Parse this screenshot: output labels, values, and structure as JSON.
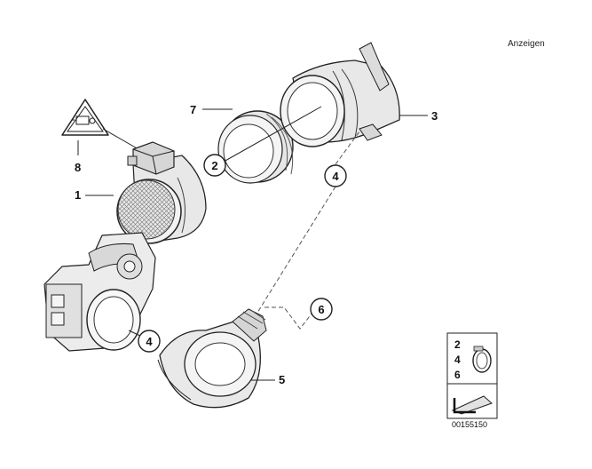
{
  "toolbar": {
    "show_label": "Anzeigen"
  },
  "callouts": {
    "c1": "1",
    "c3": "3",
    "c5": "5",
    "c7": "7",
    "c8": "8",
    "c2": "2",
    "c4a": "4",
    "c4b": "4",
    "c6": "6"
  },
  "legend": {
    "n2": "2",
    "n4": "4",
    "n6": "6"
  },
  "diagram_id": "00155150",
  "colors": {
    "line": "#222222",
    "fill_light": "#f2f2f2",
    "fill_mid": "#d9d9d9",
    "fill_dark": "#bdbdbd"
  }
}
